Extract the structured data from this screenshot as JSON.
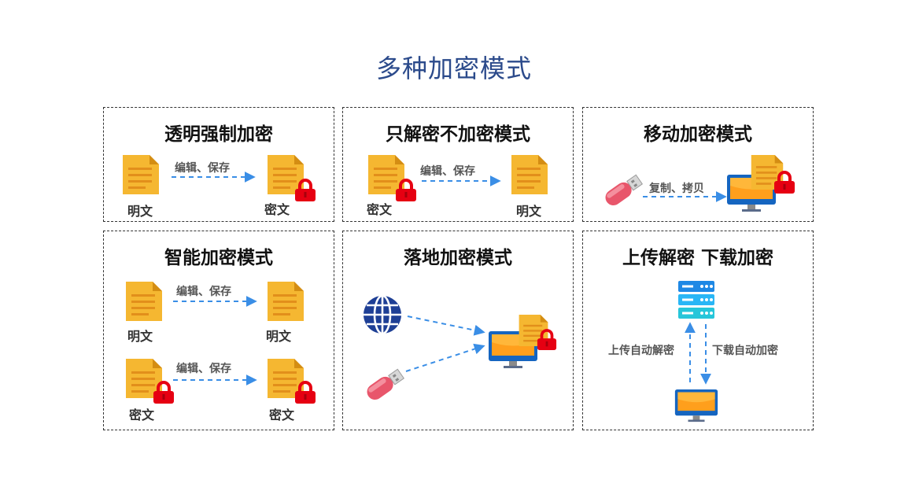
{
  "page": {
    "title": "多种加密模式"
  },
  "panels": [
    {
      "title": "透明强制加密",
      "left_label": "明文",
      "right_label": "密文",
      "arrow_label": "编辑、保存"
    },
    {
      "title": "只解密不加密模式",
      "left_label": "密文",
      "right_label": "明文",
      "arrow_label": "编辑、保存"
    },
    {
      "title": "移动加密模式",
      "arrow_label": "复制、拷贝"
    },
    {
      "title": "智能加密模式",
      "row1": {
        "left_label": "明文",
        "right_label": "明文",
        "arrow_label": "编辑、保存"
      },
      "row2": {
        "left_label": "密文",
        "right_label": "密文",
        "arrow_label": "编辑、保存"
      }
    },
    {
      "title": "落地加密模式"
    },
    {
      "title": "上传解密 下载加密",
      "up_label": "上传自动解密",
      "down_label": "下载自动加密"
    }
  ],
  "colors": {
    "title": "#2b4a8b",
    "arrow": "#3a8ee6",
    "doc": "#f5b731",
    "lock": "#e60012",
    "globe": "#1e3f95",
    "usb": "#e8566b"
  },
  "icons": [
    "document-icon",
    "lock-icon",
    "usb-drive-icon",
    "monitor-icon",
    "globe-icon",
    "server-icon"
  ]
}
